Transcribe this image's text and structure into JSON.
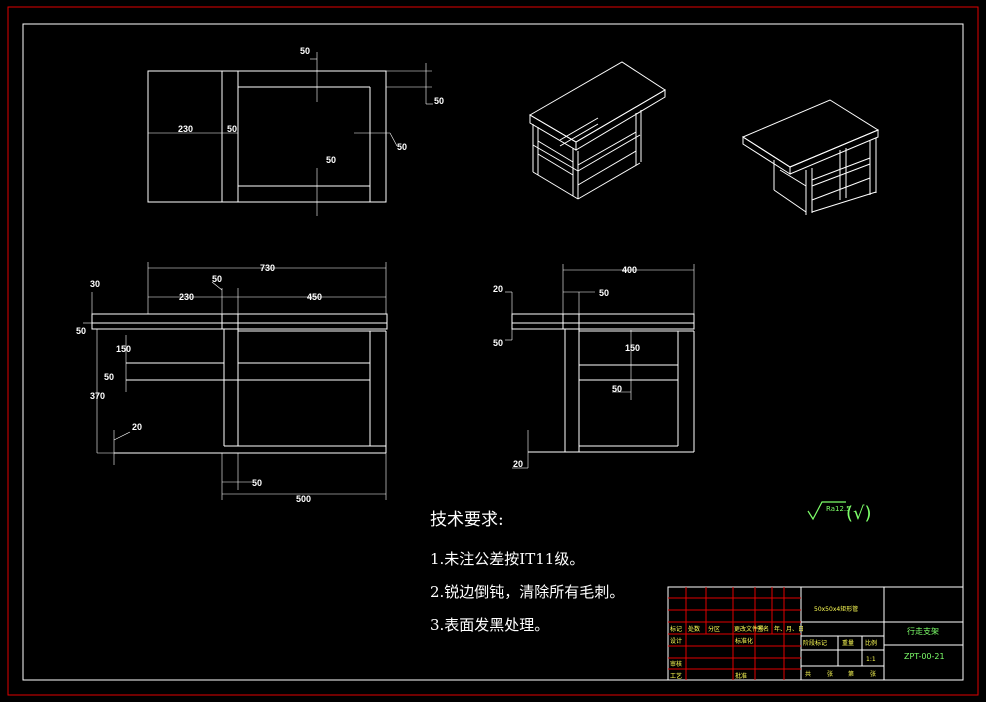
{
  "plan_view": {
    "dim_top": "50",
    "dim_top_right": "50",
    "dim_left": "230",
    "dim_mid": "50",
    "dim_right": "50",
    "dim_center": "50"
  },
  "front_view": {
    "dim_width": "730",
    "dim_top_gap": "30",
    "dim_left_offset": "230",
    "dim_post": "50",
    "dim_span": "450",
    "dim_board": "50",
    "dim_upper": "150",
    "dim_mid": "50",
    "dim_height": "370",
    "dim_foot": "20",
    "dim_leg": "50",
    "dim_bottom": "500"
  },
  "side_view": {
    "dim_width": "400",
    "dim_top": "20",
    "dim_post": "50",
    "dim_board": "50",
    "dim_upper": "150",
    "dim_mid": "50",
    "dim_foot": "20"
  },
  "notes": {
    "title": "技术要求:",
    "items": [
      "1.未注公差按IT11级。",
      "2.锐边倒钝，清除所有毛刺。",
      "3.表面发黑处理。"
    ]
  },
  "roughness": {
    "value": "Ra12.5",
    "symbol": "(√)"
  },
  "title_block": {
    "material": "50x50x4矩形管",
    "part_name": "行走支架",
    "drawing_no": "ZPT-00-21",
    "scale": "1:1",
    "labels": [
      "标记",
      "处数",
      "分区",
      "更改文件号",
      "签名",
      "年、月、日",
      "设计",
      "标准化",
      "审核",
      "工艺",
      "批准",
      "阶段标记",
      "重量",
      "比例",
      "共",
      "张",
      "第",
      "张"
    ]
  }
}
